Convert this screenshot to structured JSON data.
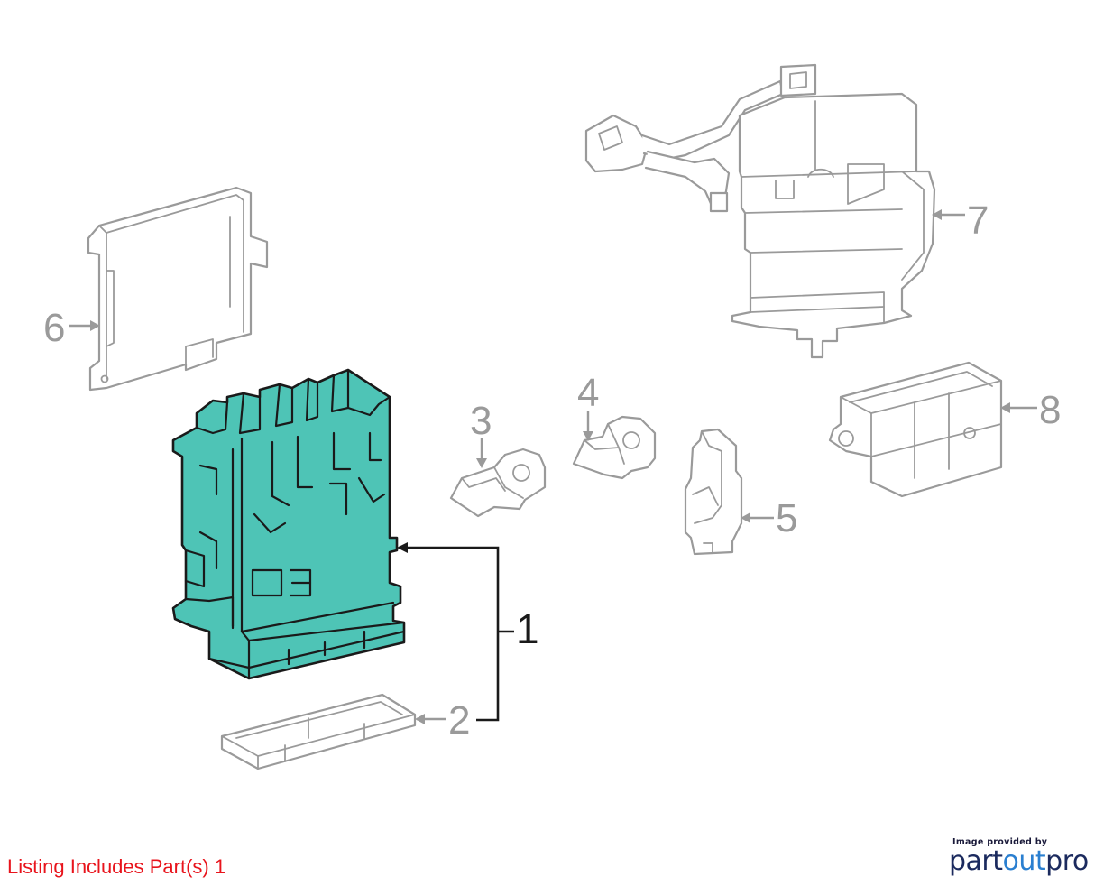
{
  "diagram": {
    "callouts": [
      "1",
      "2",
      "3",
      "4",
      "5",
      "6",
      "7",
      "8"
    ],
    "highlighted_part": "1",
    "highlight_color": "#4ec4b6",
    "line_color": "#9a9a9a"
  },
  "footer": {
    "listing_note": "Listing Includes Part(s)  1",
    "listing_note_color": "#e8141c",
    "brand_caption": "Image provided by",
    "brand_name_part1": "part",
    "brand_name_part2": "out",
    "brand_name_part3": "pro"
  }
}
